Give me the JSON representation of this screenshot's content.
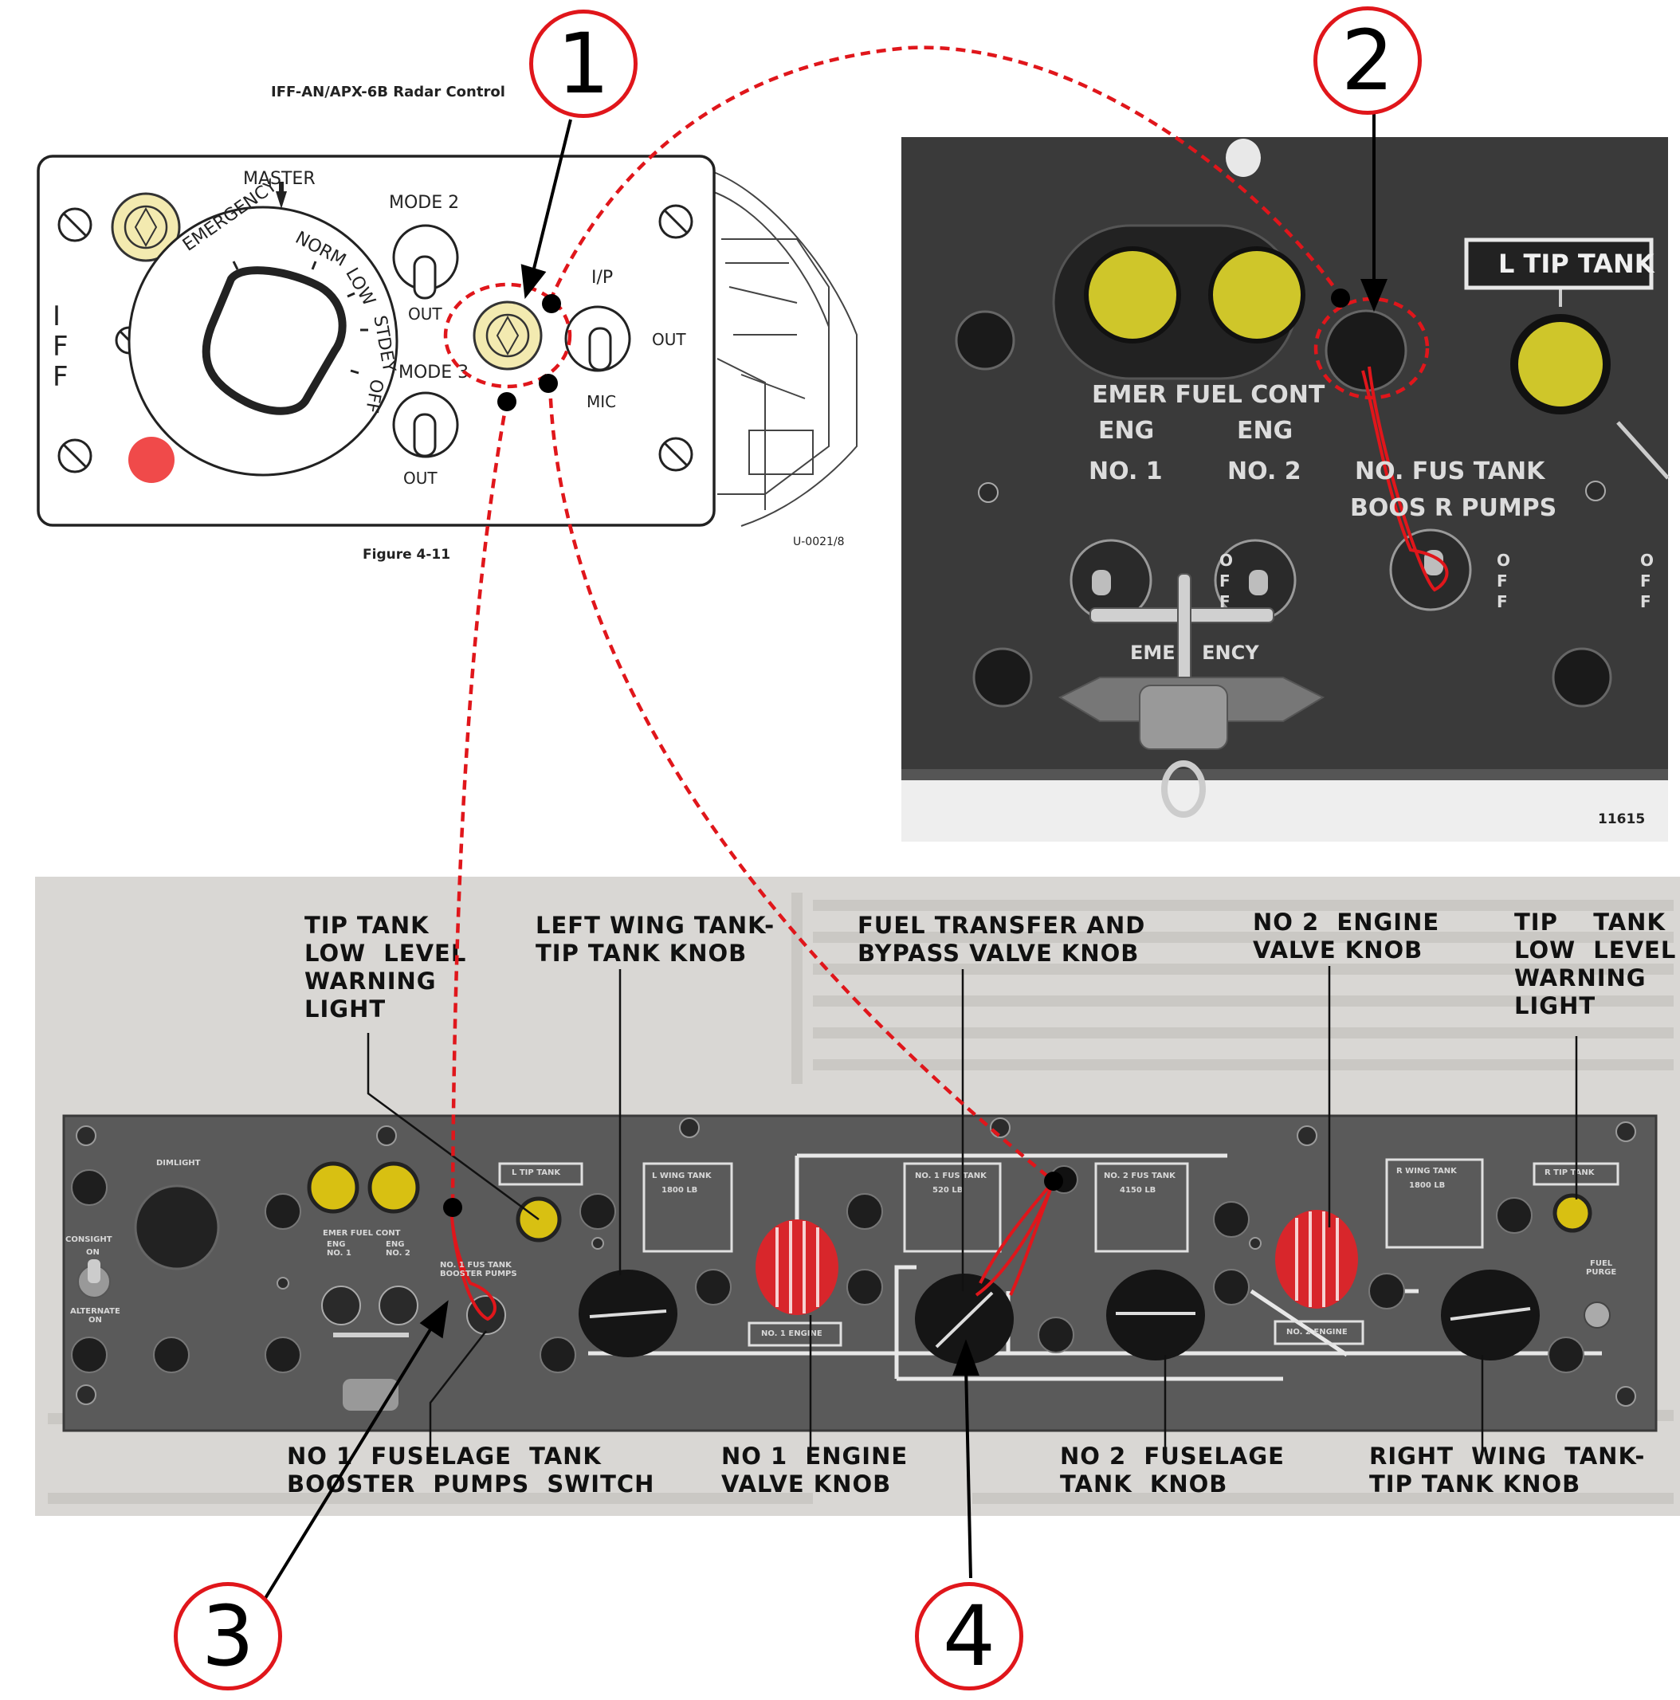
{
  "iff_panel": {
    "title": "IFF-AN/APX-6B Radar Control",
    "figure": "Figure 4-11",
    "code": "U-0021/8",
    "side_label": "IFF",
    "master": "MASTER",
    "dial_labels": [
      "EMERGENCY",
      "NORM",
      "LOW",
      "STDEY",
      "OFF"
    ],
    "mode2": "MODE 2",
    "mode3": "MODE 3",
    "out": "OUT",
    "ip": "I/P",
    "mic": "MIC"
  },
  "fuel_photo": {
    "emer_fuel_cont": "EMER FUEL CONT",
    "eng": "ENG",
    "no1": "NO. 1",
    "no2": "NO. 2",
    "fus_tank_line1": "NO.   FUS TANK",
    "fus_tank_line2": "BOOS    R PUMPS",
    "tip_tank": "L TIP TANK",
    "off": "OFF",
    "emergency": "EME    ENCY",
    "photo_number": "11615"
  },
  "console": {
    "labels": {
      "tip_tank_left": "TIP TANK\nLOW  LEVEL\nWARNING\nLIGHT",
      "left_wing": "LEFT WING TANK-\nTIP TANK KNOB",
      "fuel_transfer": "FUEL TRANSFER AND\nBYPASS VALVE KNOB",
      "no2_engine": "NO 2  ENGINE\nVALVE KNOB",
      "tip_tank_right": "TIP    TANK\nLOW  LEVEL\nWARNING\nLIGHT",
      "no1_fus_booster": "NO 1  FUSELAGE  TANK\nBOOSTER  PUMPS  SWITCH",
      "no1_engine": "NO 1  ENGINE\nVALVE KNOB",
      "no2_fus": "NO 2  FUSELAGE\nTANK  KNOB",
      "right_wing": "RIGHT  WING  TANK-\nTIP TANK KNOB"
    },
    "placards": {
      "l_tip_tank": "L TIP TANK",
      "l_wing_tank": "L WING TANK",
      "l_wing_lb": "1800 LB",
      "no1_fus_tank": "NO. 1 FUS TANK",
      "no1_fus_lb": "520 LB",
      "no2_fus_tank": "NO. 2 FUS TANK",
      "no2_fus_lb": "4150 LB",
      "r_wing_tank": "R WING TANK",
      "r_wing_lb": "1800 LB",
      "r_tip_tank": "R TIP TANK",
      "no1_engine": "NO. 1 ENGINE",
      "no2_engine": "NO. 2 ENGINE",
      "emer_fuel_cont": "EMER FUEL CONT",
      "eng_no1": "ENG\nNO. 1",
      "eng_no2": "ENG\nNO. 2",
      "booster": "NO. 1 FUS TANK\nBOOSTER PUMPS",
      "dimlight": "DIMLIGHT",
      "consight": "CONSIGHT",
      "on": "ON",
      "alternate": "ALTERNATE\nON",
      "fuel_purge": "FUEL\nPURGE"
    }
  },
  "callouts": [
    "1",
    "2",
    "3",
    "4"
  ],
  "colors": {
    "callout_red": "#e0161b",
    "panel_yellow": "#f3eab0",
    "warning_yellow": "#e8dc22",
    "knob_red": "#d8262b"
  }
}
